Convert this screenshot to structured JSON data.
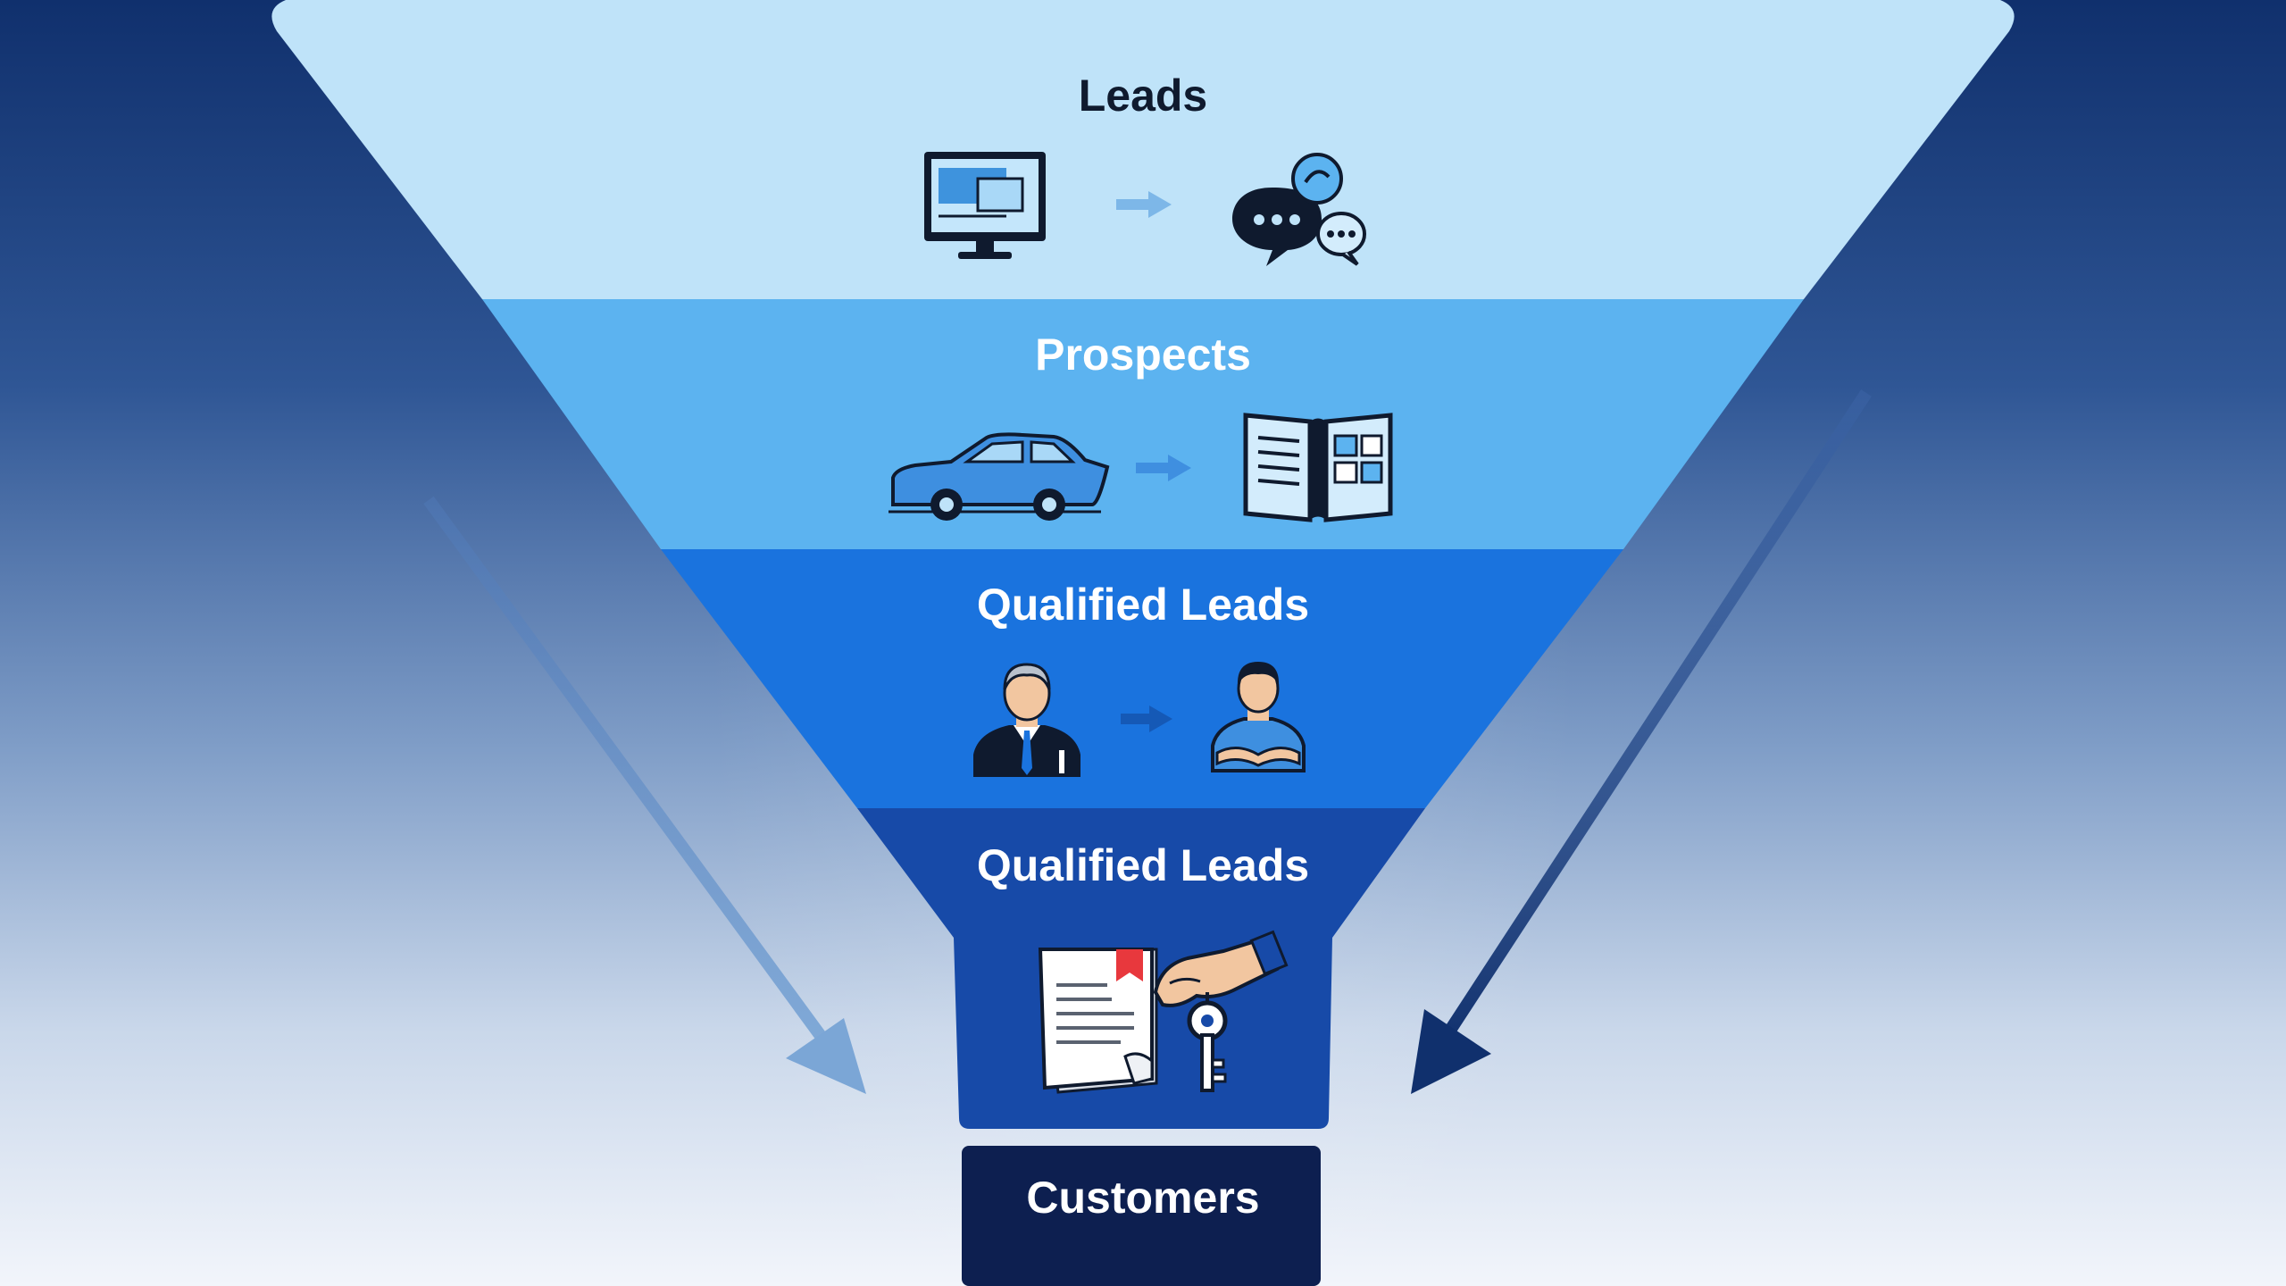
{
  "funnel": {
    "stages": [
      {
        "label": "Leads",
        "icons": [
          "monitor-icon",
          "arrow-right-icon",
          "chat-bubbles-icon"
        ]
      },
      {
        "label": "Prospects",
        "icons": [
          "car-icon",
          "arrow-right-icon",
          "brochure-icon"
        ]
      },
      {
        "label": "Qualified Leads",
        "icons": [
          "businessman-icon",
          "arrow-right-icon",
          "customer-person-icon"
        ]
      },
      {
        "label": "Qualified Leads",
        "icons": [
          "contract-document-icon",
          "hand-with-key-icon"
        ]
      }
    ],
    "output": {
      "label": "Customers"
    }
  },
  "colors": {
    "stage_1": "#bfe3f9",
    "stage_2": "#5cb3f0",
    "stage_3": "#1a73de",
    "stage_4": "#174aa8",
    "output": "#0d1f50",
    "dark_navy": "#10306d",
    "accent_red": "#e8383d"
  }
}
